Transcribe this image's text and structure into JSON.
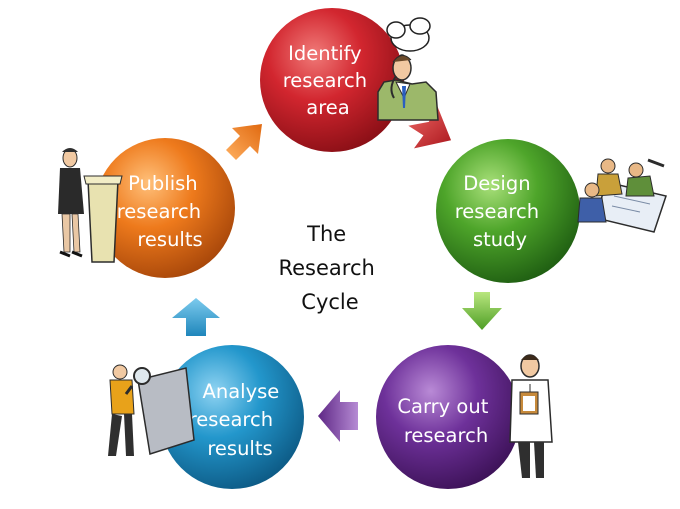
{
  "center": {
    "lines": [
      "The",
      "Research",
      "Cycle"
    ]
  },
  "stages": [
    {
      "id": "identify",
      "lines": [
        "Identify",
        "research",
        "area"
      ],
      "color": "#c4202a",
      "figure": "thinking-man-icon"
    },
    {
      "id": "design",
      "lines": [
        "Design",
        "research",
        "study"
      ],
      "color": "#4a9a2a",
      "figure": "planning-team-icon"
    },
    {
      "id": "carry-out",
      "lines": [
        "Carry out",
        "research"
      ],
      "color": "#6a2f8c",
      "figure": "scientist-clipboard-icon"
    },
    {
      "id": "analyse",
      "lines": [
        "Analyse",
        "research",
        "results"
      ],
      "color": "#1f8fc4",
      "figure": "analyst-with-magnifier-icon"
    },
    {
      "id": "publish",
      "lines": [
        "Publish",
        "research",
        "results"
      ],
      "color": "#e8701a",
      "figure": "speaker-at-podium-icon"
    }
  ]
}
